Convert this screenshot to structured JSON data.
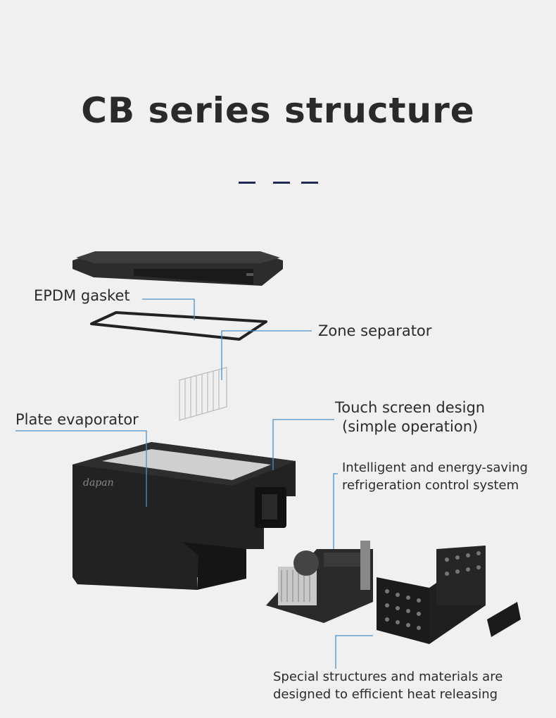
{
  "title": "CB series structure",
  "brand_logo": "dapan",
  "labels": {
    "epdm_gasket": "EPDM gasket",
    "zone_separator": "Zone separator",
    "plate_evaporator": "Plate evaporator",
    "touch_screen_line1": "Touch screen design",
    "touch_screen_line2": "(simple operation)",
    "control_line1": "Intelligent and energy-saving",
    "control_line2": "refrigeration control system",
    "special_line1": "Special structures and materials are",
    "special_line2": "designed to efficient heat releasing"
  },
  "colors": {
    "accent": "#1f2a55",
    "leader_line": "#4a90c8",
    "product_body": "#1e1e1e"
  }
}
